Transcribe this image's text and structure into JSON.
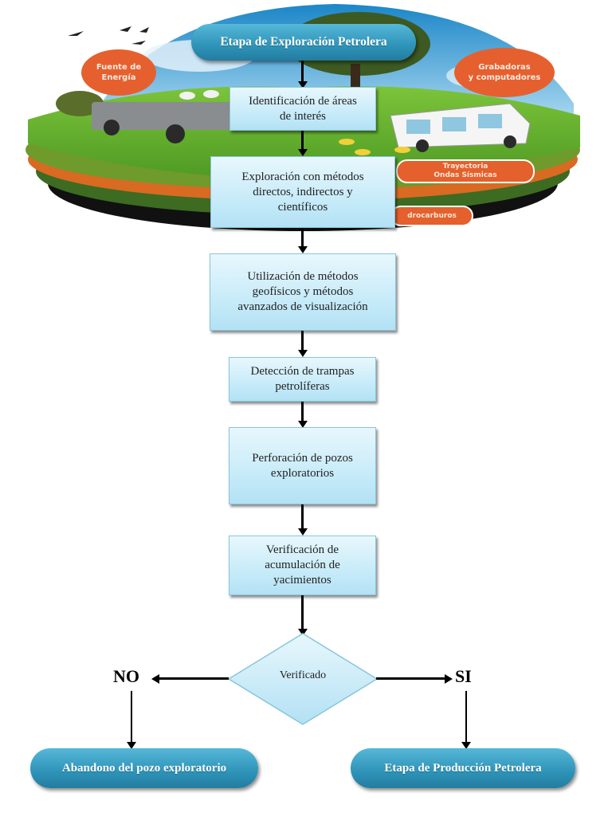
{
  "diagram": {
    "title": "Etapa de Exploración Petrolera",
    "illustration": {
      "bubbles": [
        {
          "text": "Fuente de\nEnergía"
        },
        {
          "text": "Grabadoras\ny computadores"
        }
      ],
      "tags": [
        {
          "text": "Trayectoria\nOndas Sísmicas"
        },
        {
          "text": "drocarburos"
        }
      ]
    },
    "steps": [
      {
        "text": "Identificación de áreas\nde interés"
      },
      {
        "text": "Exploración  con métodos\ndirectos, indirectos y\ncientíficos"
      },
      {
        "text": "Utilización de métodos\ngeofísicos y métodos\navanzados de visualización"
      },
      {
        "text": "Detección de trampas\npetrolíferas"
      },
      {
        "text": "Perforación de pozos\nexploratorios"
      },
      {
        "text": "Verificación de\nacumulación de\nyacimientos"
      }
    ],
    "decision": {
      "text": "Verificado"
    },
    "branches": {
      "no": {
        "label": "NO",
        "outcome": "Abandono del pozo exploratorio"
      },
      "yes": {
        "label": "SI",
        "outcome": "Etapa de Producción Petrolera"
      }
    },
    "colors": {
      "pill": "#2e93b8",
      "step_box": "#c2e9f8",
      "bubble": "#e5602e",
      "arrow": "#000000"
    }
  }
}
